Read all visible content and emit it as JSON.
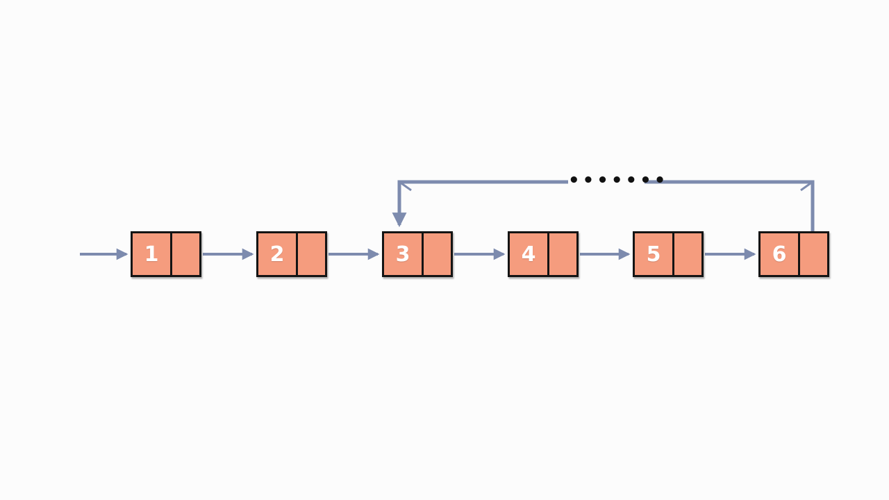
{
  "diagram": {
    "nodes": [
      {
        "value": "1"
      },
      {
        "value": "2"
      },
      {
        "value": "3"
      },
      {
        "value": "4"
      },
      {
        "value": "5"
      },
      {
        "value": "6"
      }
    ],
    "ellipsis": "•••••••"
  },
  "colors": {
    "background": "#fcfcfc",
    "node_fill": "#f59c7e",
    "node_border": "#141414",
    "arrow": "#7d8bae",
    "dots": "#111111"
  }
}
